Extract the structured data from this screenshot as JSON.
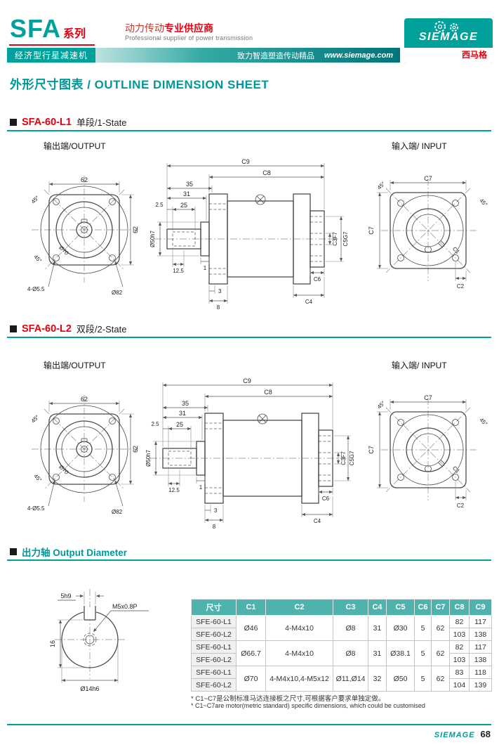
{
  "colors": {
    "teal": "#00a19b",
    "dark_teal": "#00747a",
    "red": "#e60012",
    "table_header_bg": "#4fb3ad"
  },
  "header": {
    "brand": "SFA",
    "brand_suffix": "系列",
    "banner_product": "经济型行星减速机",
    "slogan_cn_prefix": "动力传动",
    "slogan_cn_bold": "专业供应商",
    "slogan_en": "Professional supplier of power transmission",
    "tagline": "致力智造塑造传动精品",
    "website": "www.siemage.com",
    "logo_text": "SIEMAGE",
    "logo_cn": "西马格"
  },
  "page_title": "外形尺寸图表 / OUTLINE DIMENSION SHEET",
  "section1": {
    "model": "SFA-60-L1",
    "variant": "单段/1-State"
  },
  "section2": {
    "model": "SFA-60-L2",
    "variant": "双段/2-State"
  },
  "section3": {
    "title": "出力轴 Output Diameter"
  },
  "labels": {
    "output": "输出端/OUTPUT",
    "input": "输入端/ INPUT"
  },
  "dims": {
    "w62": "62",
    "holes": "4-Ø5.5",
    "d82": "Ø82",
    "d70": "Ø70",
    "a45": "45°",
    "c9": "C9",
    "c8": "C8",
    "c7": "C7",
    "c6": "C6",
    "c4": "C4",
    "c3f7": "C3F7",
    "c5g7": "C5G7",
    "c1": "C1",
    "c2": "C2",
    "l35": "35",
    "l31": "31",
    "l25": "25",
    "l2_5": "2.5",
    "l12_5": "12.5",
    "l1": "1",
    "l3": "3",
    "l8": "8",
    "shaft": "Ø50h7",
    "key_w": "5h9",
    "thread": "M5x0.8P",
    "h16": "16",
    "d14": "Ø14h6"
  },
  "table": {
    "headers": [
      "尺寸",
      "C1",
      "C2",
      "C3",
      "C4",
      "C5",
      "C6",
      "C7",
      "C8",
      "C9"
    ],
    "rows": [
      {
        "name": "SFE-60-L1",
        "c1": "Ø46",
        "c2": "4-M4x10",
        "c3": "Ø8",
        "c4": "31",
        "c5": "Ø30",
        "c6": "5",
        "c7": "62",
        "c8": "82",
        "c9": "117"
      },
      {
        "name": "SFE-60-L2",
        "c8": "103",
        "c9": "138"
      },
      {
        "name": "SFE-60-L1",
        "c1": "Ø66.7",
        "c2": "4-M4x10",
        "c3": "Ø8",
        "c4": "31",
        "c5": "Ø38.1",
        "c6": "5",
        "c7": "62",
        "c8": "82",
        "c9": "117"
      },
      {
        "name": "SFE-60-L2",
        "c8": "103",
        "c9": "138"
      },
      {
        "name": "SFE-60-L1",
        "c1": "Ø70",
        "c2": "4-M4x10,4-M5x12",
        "c3": "Ø11,Ø14",
        "c4": "32",
        "c5": "Ø50",
        "c6": "5",
        "c7": "62",
        "c8": "83",
        "c9": "118"
      },
      {
        "name": "SFE-60-L2",
        "c8": "104",
        "c9": "139"
      }
    ]
  },
  "notes": {
    "cn": "* C1~C7是公制标准马达连接板之尺寸,可根据客户要求单独定做。",
    "en": "* C1~C7are motor(metric standard)  specific dimensions, which could be customised"
  },
  "footer": {
    "brand": "SIEMAGE",
    "page": "68"
  }
}
